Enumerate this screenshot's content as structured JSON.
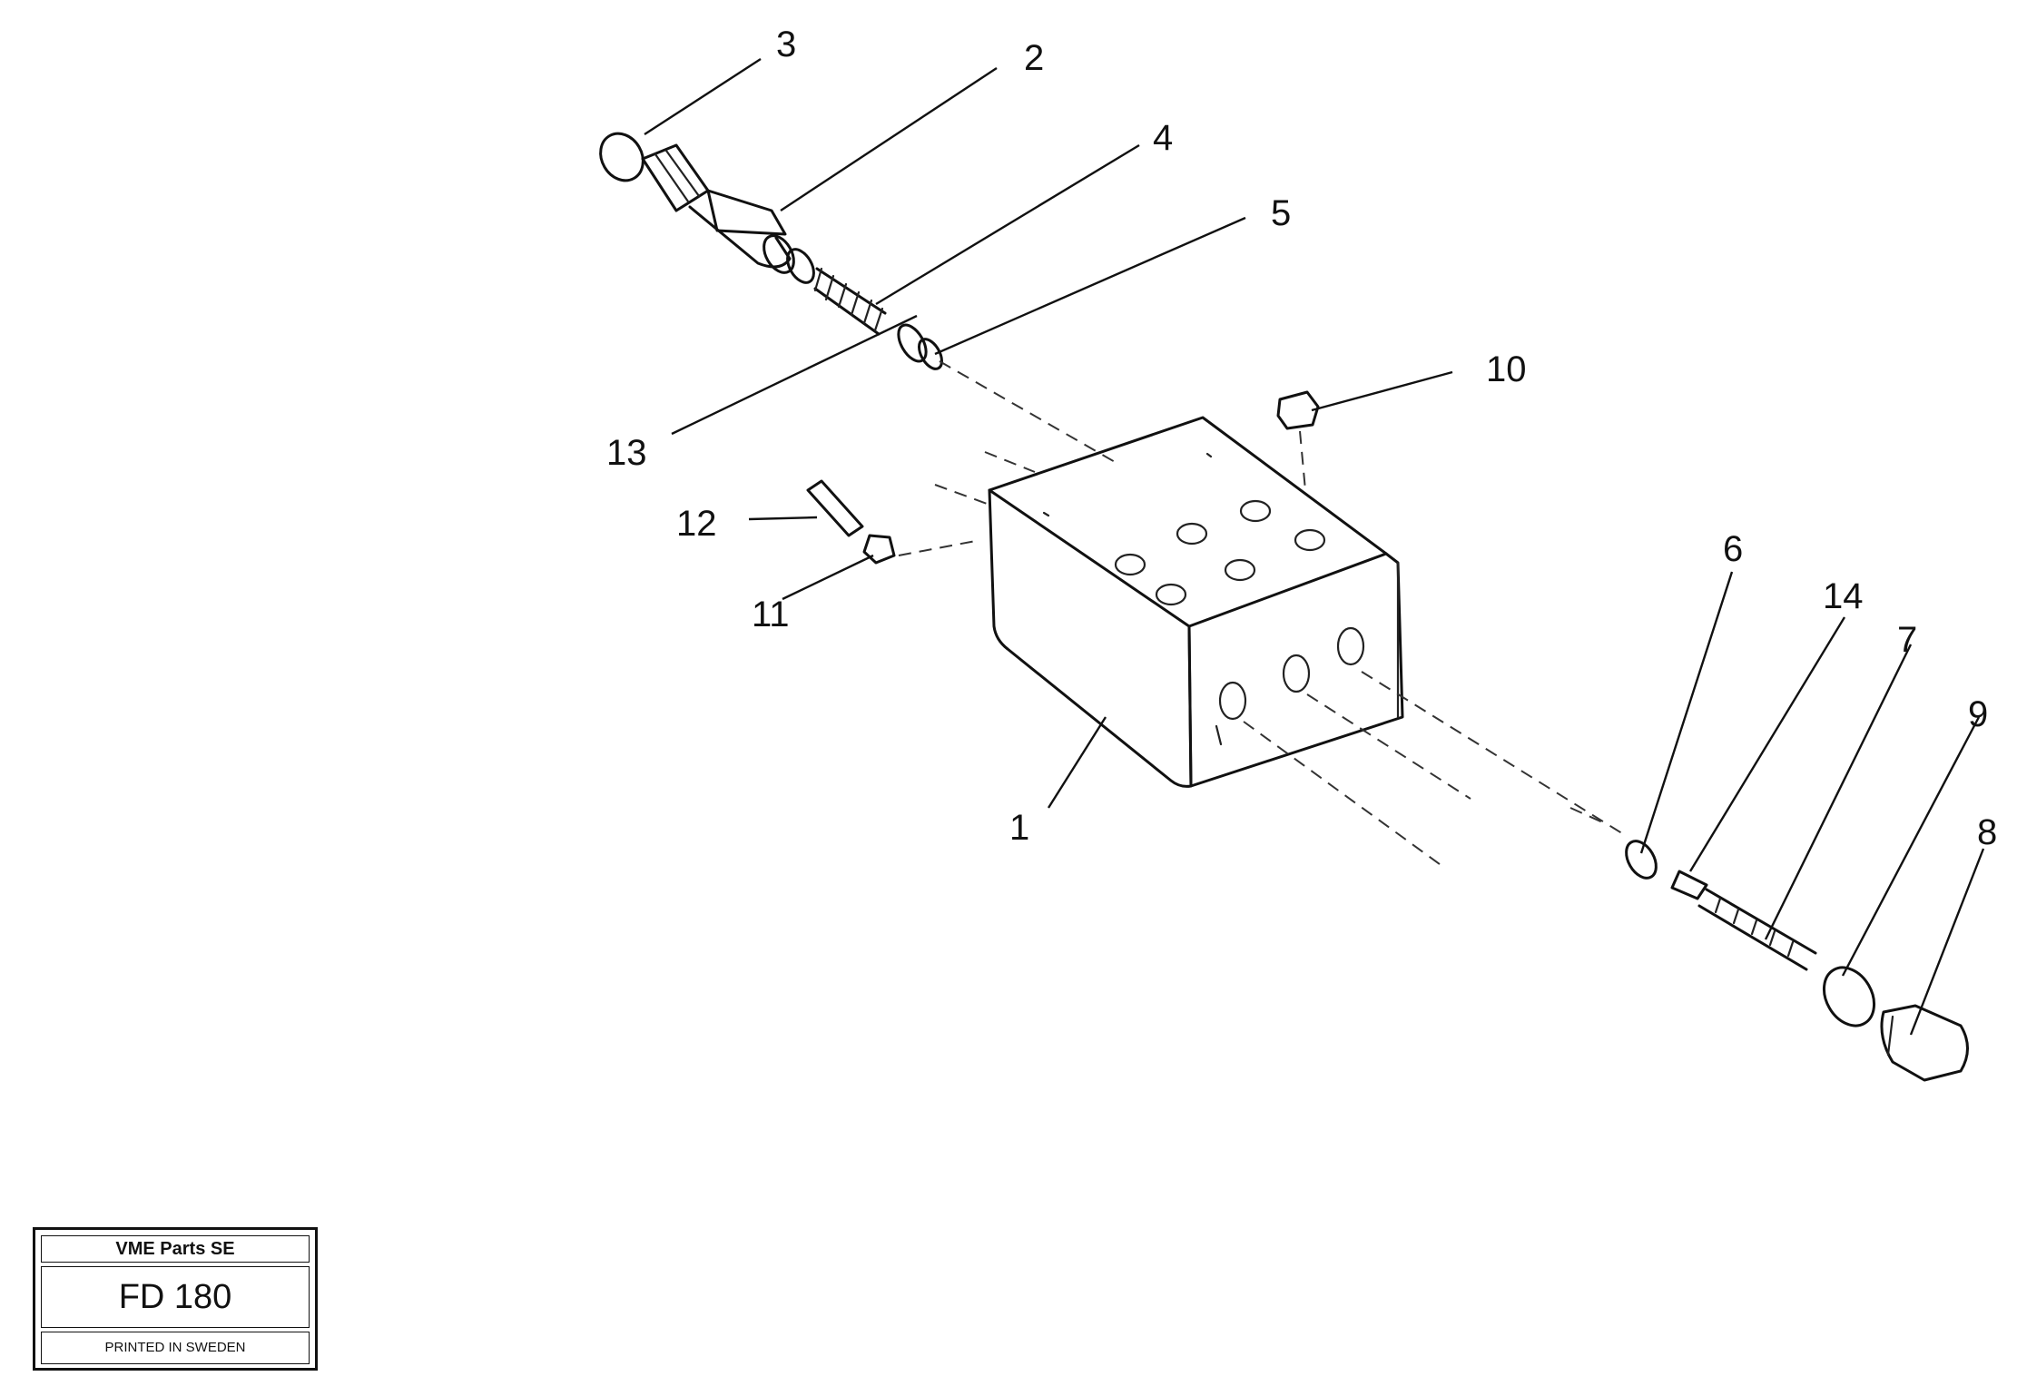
{
  "callouts": {
    "c1": "1",
    "c2": "2",
    "c3": "3",
    "c4": "4",
    "c5": "5",
    "c6": "6",
    "c7": "7",
    "c8": "8",
    "c9": "9",
    "c10": "10",
    "c11": "11",
    "c12": "12",
    "c13": "13",
    "c14": "14"
  },
  "title_block": {
    "header": "VME Parts SE",
    "code": "FD 180",
    "footer": "PRINTED IN SWEDEN"
  }
}
